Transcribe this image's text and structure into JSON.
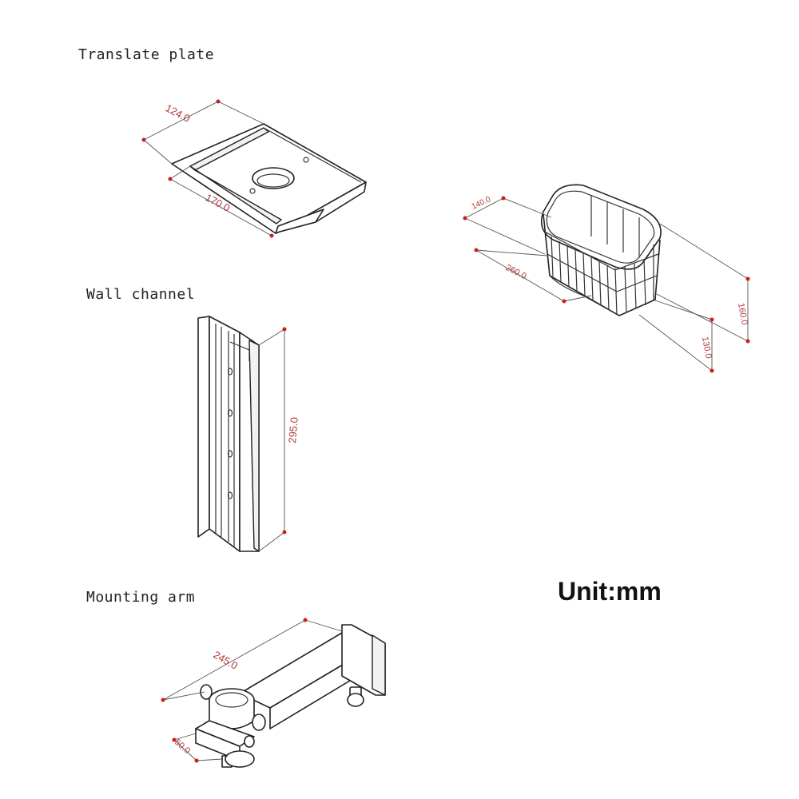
{
  "labels": {
    "translate_plate": "Translate plate",
    "wall_channel": "Wall channel",
    "mounting_arm": "Mounting arm",
    "unit": "Unit:mm"
  },
  "dimensions": {
    "plate_depth": "124.0",
    "plate_width": "170.0",
    "channel_height": "295.0",
    "basket_depth": "140.0",
    "basket_length": "260.0",
    "basket_height_total": "160.0",
    "basket_height_body": "130.0",
    "arm_length": "245.0",
    "arm_clamp": "50.0"
  },
  "colors": {
    "dimension": "#b23a3a",
    "dimension_points": "#d11a1a",
    "outline": "#222222"
  }
}
